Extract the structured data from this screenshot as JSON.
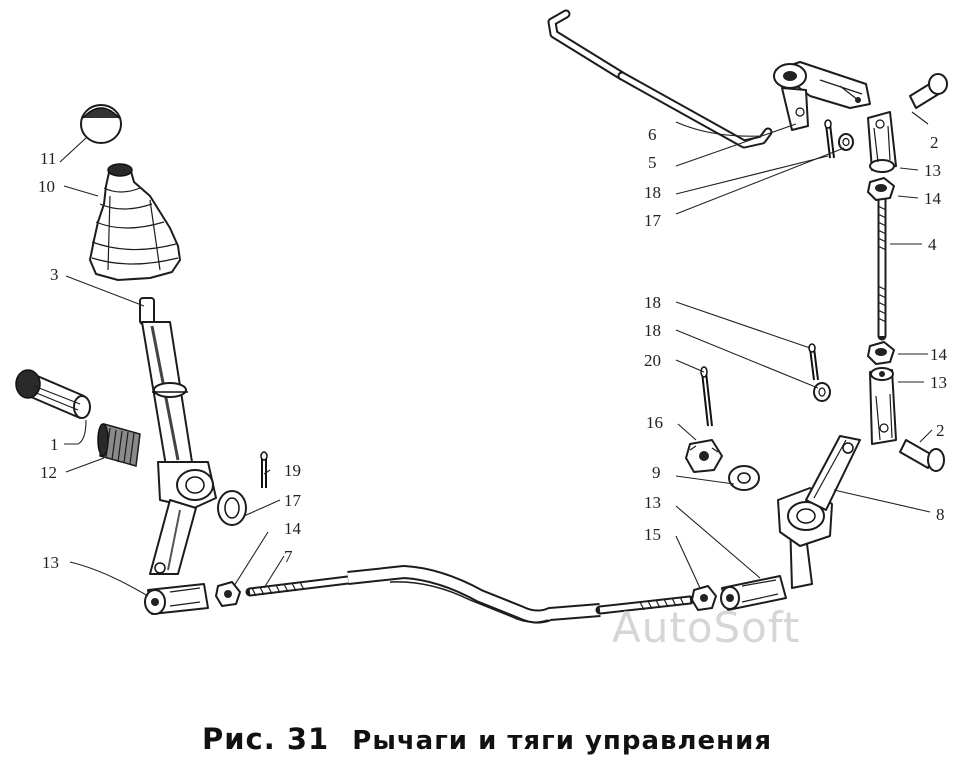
{
  "figure": {
    "number_label": "Рис. 31",
    "title": "Рычаги и тяги управления"
  },
  "watermark": "AutoSoft",
  "callouts": [
    {
      "id": "c1",
      "text": "1"
    },
    {
      "id": "c2a",
      "text": "2"
    },
    {
      "id": "c2b",
      "text": "2"
    },
    {
      "id": "c3",
      "text": "3"
    },
    {
      "id": "c4",
      "text": "4"
    },
    {
      "id": "c5",
      "text": "5"
    },
    {
      "id": "c6",
      "text": "6"
    },
    {
      "id": "c7",
      "text": "7"
    },
    {
      "id": "c8",
      "text": "8"
    },
    {
      "id": "c9",
      "text": "9"
    },
    {
      "id": "c10",
      "text": "10"
    },
    {
      "id": "c11",
      "text": "11"
    },
    {
      "id": "c12",
      "text": "12"
    },
    {
      "id": "c13a",
      "text": "13"
    },
    {
      "id": "c13b",
      "text": "13"
    },
    {
      "id": "c13c",
      "text": "13"
    },
    {
      "id": "c13d",
      "text": "13"
    },
    {
      "id": "c14a",
      "text": "14"
    },
    {
      "id": "c14b",
      "text": "14"
    },
    {
      "id": "c14c",
      "text": "14"
    },
    {
      "id": "c15",
      "text": "15"
    },
    {
      "id": "c16",
      "text": "16"
    },
    {
      "id": "c17a",
      "text": "17"
    },
    {
      "id": "c17b",
      "text": "17"
    },
    {
      "id": "c18a",
      "text": "18"
    },
    {
      "id": "c18b",
      "text": "18"
    },
    {
      "id": "c19",
      "text": "19"
    },
    {
      "id": "c20",
      "text": "20"
    }
  ]
}
